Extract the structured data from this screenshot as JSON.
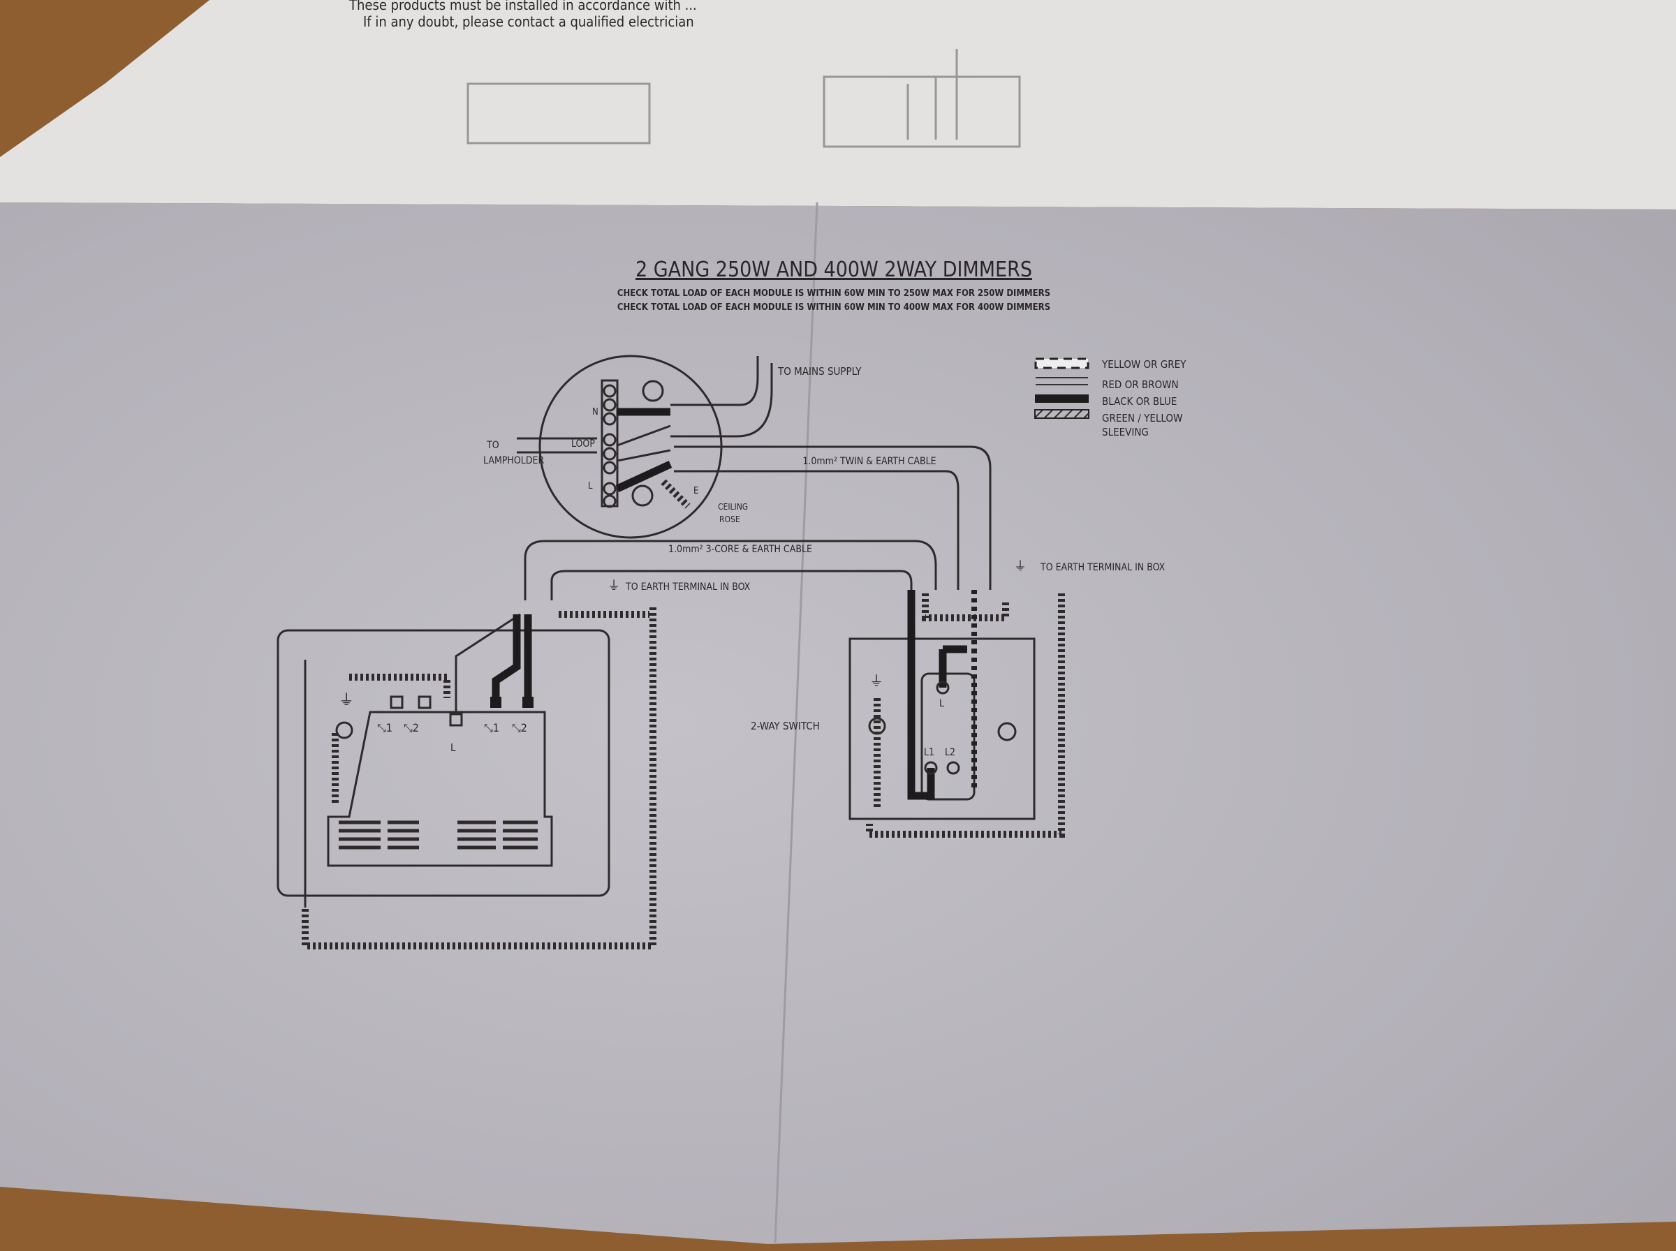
{
  "top_sheet": {
    "note_line_1": "These products must be installed in accordance with ...",
    "note_line_2": "If in any doubt, please contact a qualified electrician"
  },
  "diagram": {
    "title": "2 GANG 250W AND 400W 2WAY DIMMERS",
    "subtitle_lines": [
      "CHECK TOTAL LOAD OF EACH MODULE IS WITHIN 60W MIN TO 250W MAX FOR 250W DIMMERS",
      "CHECK TOTAL LOAD OF EACH MODULE IS WITHIN 60W MIN TO 400W MAX FOR 400W DIMMERS"
    ],
    "legend": [
      {
        "label": "YELLOW OR GREY",
        "style": "dashed-box"
      },
      {
        "label": "RED OR BROWN",
        "style": "double-line"
      },
      {
        "label": "BLACK OR BLUE",
        "style": "solid-black"
      },
      {
        "label_1": "GREEN / YELLOW",
        "label_2": "SLEEVING",
        "style": "hatched"
      }
    ],
    "ceiling_rose": {
      "to_mains": "TO MAINS SUPPLY",
      "to_lampholder_1": "TO",
      "to_lampholder_2": "LAMPHOLDER",
      "terminal_n": "N",
      "terminal_loop": "LOOP",
      "terminal_l": "L",
      "terminal_e": "E",
      "label_1": "CEILING",
      "label_2": "ROSE"
    },
    "cables": {
      "twin": "1.0mm² TWIN & EARTH CABLE",
      "three_core": "1.0mm² 3-CORE & EARTH CABLE"
    },
    "earth_notes": [
      "TO EARTH TERMINAL IN BOX",
      "TO EARTH TERMINAL IN BOX"
    ],
    "dimmer": {
      "terminals": [
        "⤡1",
        "⤡2",
        "⤡1",
        "⤡2"
      ],
      "terminal_l": "L"
    },
    "switch": {
      "label": "2-WAY SWITCH",
      "common": "L",
      "l1": "L1",
      "l2": "L2"
    }
  }
}
